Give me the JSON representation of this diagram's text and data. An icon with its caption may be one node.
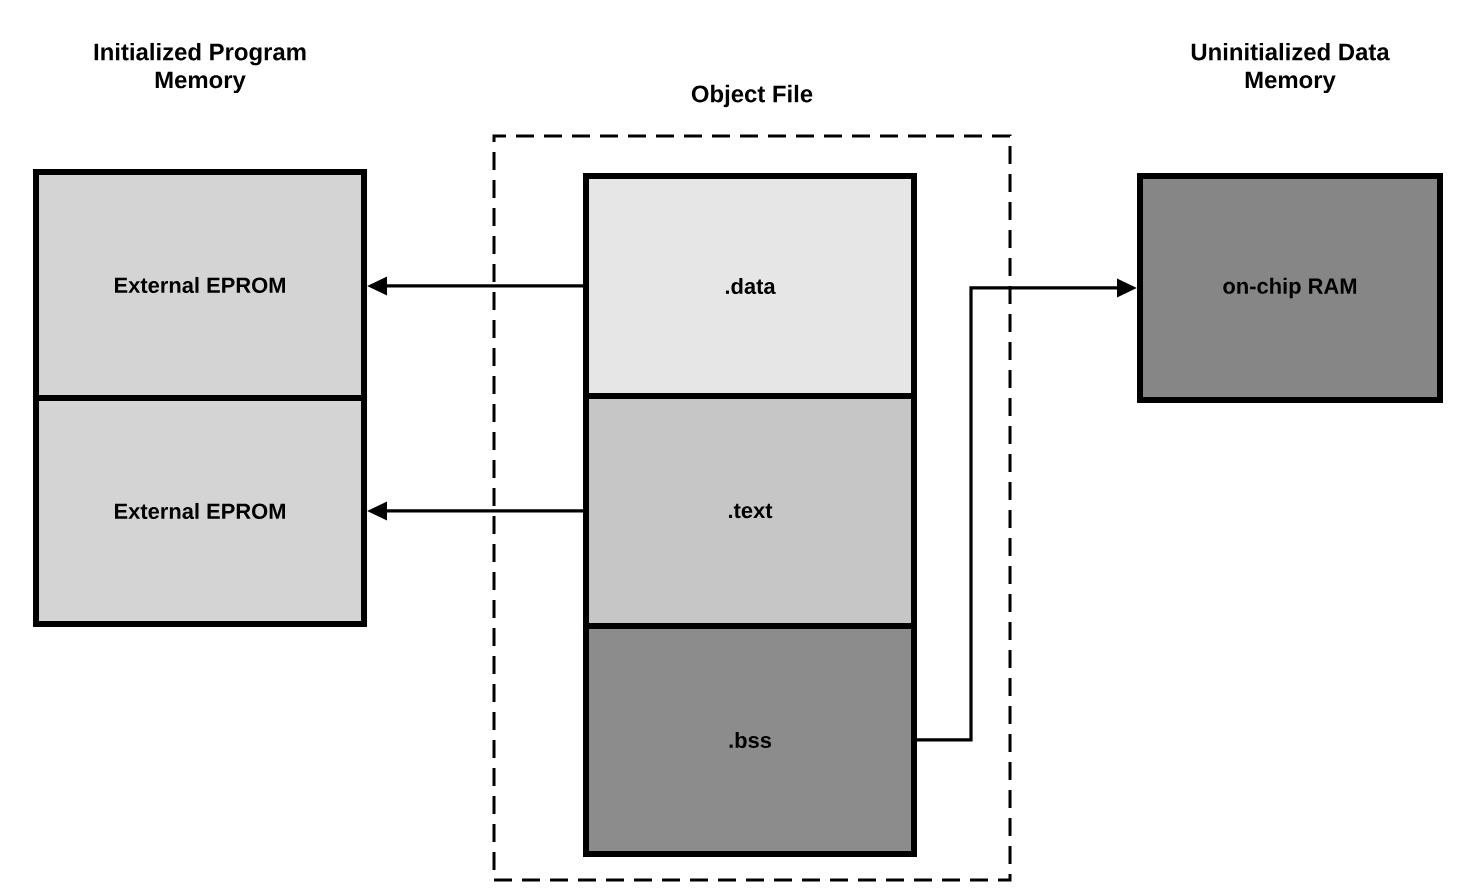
{
  "diagram": {
    "nodes": [
      {
        "text": [
          "Initialized Program Memory"
        ]
      },
      {
        "text": [
          "External EPROM"
        ],
        "in": 0
      },
      {
        "text": [
          "External EPROM"
        ],
        "in": 0
      },
      {
        "text": [
          "Object File"
        ]
      },
      {
        "text": [
          ".data"
        ],
        "in": 3
      },
      {
        "text": [
          ".text"
        ],
        "in": 3
      },
      {
        "text": [
          ".bss"
        ],
        "in": 3
      },
      {
        "text": [
          "Uninitialized Data Memory",
          "on-chip RAM"
        ]
      }
    ],
    "edges": [
      {
        "from": 4,
        "to": 1,
        "arrow": "to"
      },
      {
        "from": 5,
        "to": 2,
        "arrow": "to"
      },
      {
        "from": 6,
        "to": 7,
        "arrow": "to"
      }
    ]
  }
}
